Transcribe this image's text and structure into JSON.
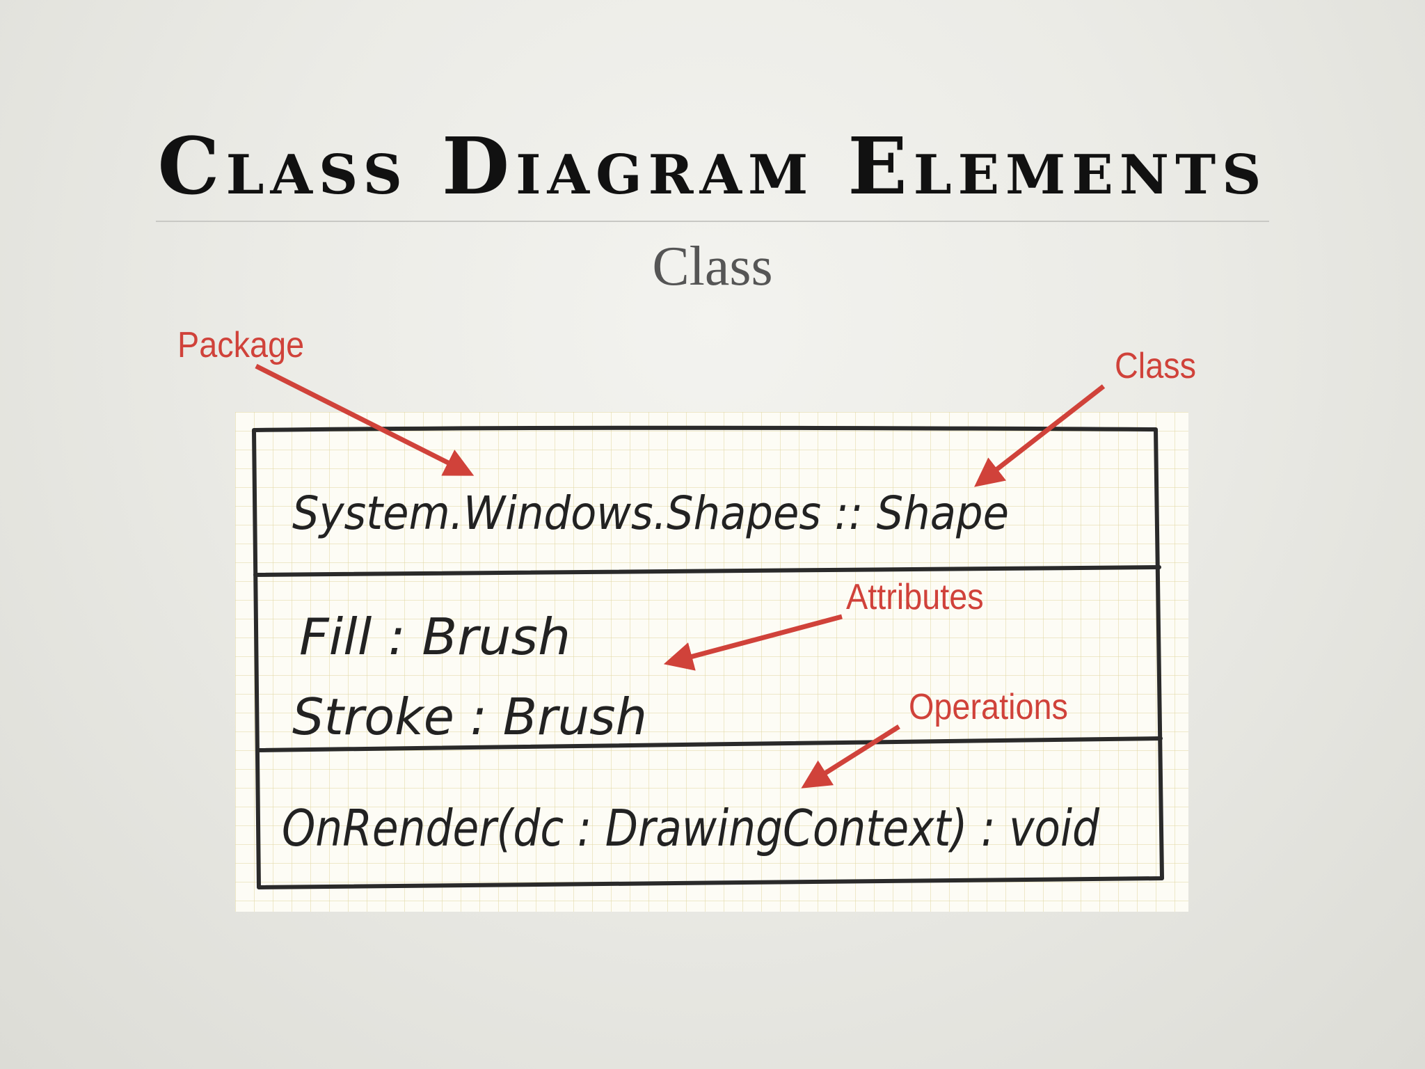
{
  "slide": {
    "title": "Class Diagram Elements",
    "subtitle": "Class"
  },
  "sketch": {
    "package_line": "System.Windows.Shapes :: Shape",
    "attribute_1": "Fill : Brush",
    "attribute_2": "Stroke : Brush",
    "operation": "OnRender(dc : DrawingContext) : void"
  },
  "annotations": {
    "package": "Package",
    "class": "Class",
    "attributes": "Attributes",
    "operations": "Operations"
  },
  "colors": {
    "annotation": "#d0423a",
    "ink": "#2a2a2a",
    "background": "#ebebe6"
  }
}
